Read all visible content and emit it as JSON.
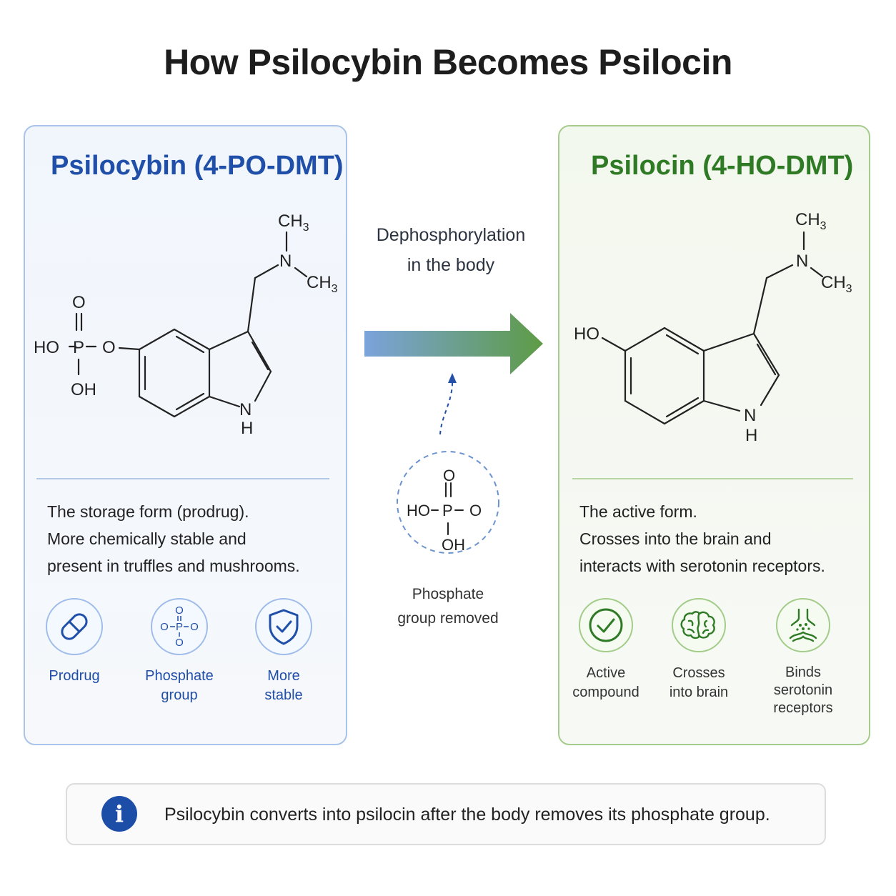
{
  "title": "How Psilocybin Becomes Psilocin",
  "left": {
    "title": "Psilocybin (4-PO-DMT)",
    "color": "#1f4fa8",
    "structure": {
      "ch3_top": "CH",
      "ch3_right": "CH",
      "sub": "3",
      "n": "N",
      "nh_n": "N",
      "nh_h": "H",
      "phos_o_top": "O",
      "phos_ho": "HO",
      "phos_p": "P",
      "phos_o_link": "O",
      "phos_oh": "OH"
    },
    "description": [
      "The storage form (prodrug).",
      "More chemically stable and",
      "present in truffles and mushrooms."
    ],
    "features": [
      {
        "icon": "pill-icon",
        "label_lines": [
          "Prodrug"
        ]
      },
      {
        "icon": "phosphate-icon",
        "label_lines": [
          "Phosphate",
          "group"
        ],
        "icon_text": {
          "o": "O",
          "p": "P"
        }
      },
      {
        "icon": "shield-check-icon",
        "label_lines": [
          "More",
          "stable"
        ]
      }
    ]
  },
  "right": {
    "title": "Psilocin (4-HO-DMT)",
    "color": "#2f7a25",
    "structure": {
      "ch3_top": "CH",
      "ch3_right": "CH",
      "sub": "3",
      "n": "N",
      "nh_n": "N",
      "nh_h": "H",
      "ho": "HO"
    },
    "description": [
      "The active form.",
      "Crosses into the brain and",
      "interacts with serotonin receptors."
    ],
    "features": [
      {
        "icon": "check-circle-icon",
        "label_lines": [
          "Active",
          "compound"
        ]
      },
      {
        "icon": "brain-icon",
        "label_lines": [
          "Crosses",
          "into brain"
        ]
      },
      {
        "icon": "receptor-icon",
        "label_lines": [
          "Binds",
          "serotonin",
          "receptors"
        ]
      }
    ]
  },
  "arrow": {
    "label_lines": [
      "Dephosphorylation",
      "in the body"
    ],
    "color_start": "#7ba3dc",
    "color_end": "#5e9b45"
  },
  "removed_group": {
    "o_top": "O",
    "ho": "HO",
    "p": "P",
    "o_right": "O",
    "oh": "OH",
    "caption_lines": [
      "Phosphate",
      "group removed"
    ]
  },
  "info": {
    "icon": "info-icon",
    "icon_glyph": "i",
    "text": "Psilocybin converts into psilocin after the body removes its phosphate group."
  }
}
